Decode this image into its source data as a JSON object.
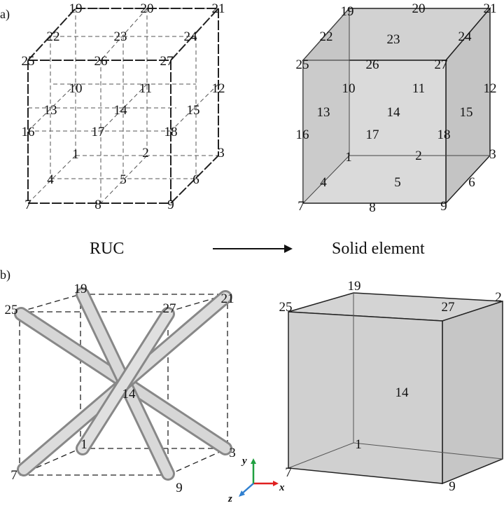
{
  "panel_labels": {
    "a": "a)",
    "b": "b)"
  },
  "caption": {
    "left": "RUC",
    "right": "Solid element"
  },
  "colors": {
    "line": "#222222",
    "face_light": "#dcdcdc",
    "face_dark": "#c3c3c3",
    "strut": "#c9c9c9",
    "axis_x": "#e02020",
    "axis_y": "#20a040",
    "axis_z": "#3080d0"
  },
  "top_left_nodes": [
    "19",
    "20",
    "21",
    "22",
    "23",
    "24",
    "25",
    "26",
    "27",
    "10",
    "11",
    "12",
    "13",
    "14",
    "15",
    "16",
    "17",
    "18",
    "1",
    "2",
    "3",
    "4",
    "5",
    "6",
    "7",
    "8",
    "9"
  ],
  "top_right_nodes": [
    "19",
    "20",
    "21",
    "22",
    "23",
    "24",
    "25",
    "26",
    "27",
    "10",
    "11",
    "12",
    "13",
    "14",
    "15",
    "16",
    "17",
    "18",
    "1",
    "2",
    "3",
    "4",
    "5",
    "6",
    "7",
    "8",
    "9"
  ],
  "bottom_left_nodes": [
    "19",
    "25",
    "27",
    "21",
    "14",
    "1",
    "3",
    "7",
    "9"
  ],
  "bottom_right_nodes": [
    "19",
    "25",
    "27",
    "2",
    "14",
    "1",
    "7",
    "9"
  ],
  "axes": {
    "x": "x",
    "y": "y",
    "z": "z"
  }
}
